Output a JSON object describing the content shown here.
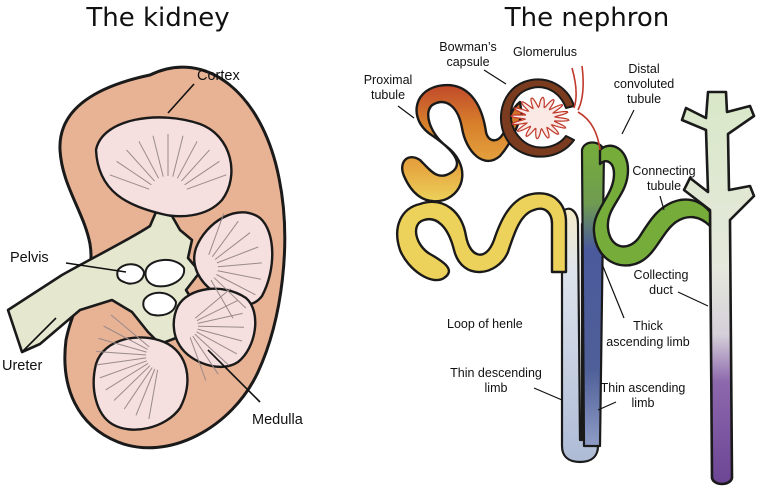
{
  "kidney": {
    "title": "The kidney",
    "labels": {
      "cortex": "Cortex",
      "pelvis": "Pelvis",
      "ureter": "Ureter",
      "medulla": "Medulla"
    }
  },
  "nephron": {
    "title": "The nephron",
    "labels": {
      "bowman_1": "Bowman’s",
      "bowman_2": "capsule",
      "glomerulus": "Glomerulus",
      "proximal_1": "Proximal",
      "proximal_2": "tubule",
      "distal_1": "Distal",
      "distal_2": "convoluted",
      "distal_3": "tubule",
      "connecting_1": "Connecting",
      "connecting_2": "tubule",
      "collecting_1": "Collecting",
      "collecting_2": "duct",
      "loop": "Loop of henle",
      "thick_1": "Thick",
      "thick_2": "ascending limb",
      "thin_desc_1": "Thin descending",
      "thin_desc_2": "limb",
      "thin_asc_1": "Thin ascending",
      "thin_asc_2": "limb"
    }
  },
  "colors": {
    "cortex": "#e8b294",
    "medulla": "#f5dfdf",
    "pelvis": "#e5e8cf",
    "proximal": "#d8822c",
    "red_segment": "#b73a22",
    "loop_yellow": "#ecd15a",
    "descending_limb": "#cfd8e8",
    "ascending_limb": "#4b5a9c",
    "distal_green": "#76ad3a",
    "connecting_green": "#c8e1b3",
    "collecting_light": "#dfe8d4",
    "collecting_purple": "#7e55a0"
  }
}
